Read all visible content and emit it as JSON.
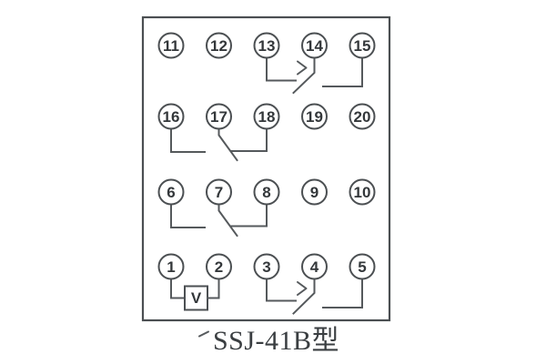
{
  "caption": {
    "text": "SSJ-41B型"
  },
  "colors": {
    "background": "#ffffff",
    "line": "#55595c",
    "outline": "#4b4f52",
    "number_text": "#33373a",
    "caption_text": "#3a3e41"
  },
  "terminal_rows": [
    {
      "labels": [
        "11",
        "12",
        "13",
        "14",
        "15"
      ]
    },
    {
      "labels": [
        "16",
        "17",
        "18",
        "19",
        "20"
      ]
    },
    {
      "labels": [
        "6",
        "7",
        "8",
        "9",
        "10"
      ]
    },
    {
      "labels": [
        "1",
        "2",
        "3",
        "4",
        "5"
      ]
    }
  ],
  "components": {
    "voltage_element_label": "V",
    "contact_groups": [
      {
        "terminals": [
          "13",
          "14",
          "15"
        ],
        "type": "delayed-make-contact"
      },
      {
        "terminals": [
          "16",
          "17",
          "18"
        ],
        "type": "make-contact"
      },
      {
        "terminals": [
          "6",
          "7",
          "8"
        ],
        "type": "make-contact"
      },
      {
        "terminals": [
          "1",
          "2"
        ],
        "type": "voltage-element",
        "label": "V"
      },
      {
        "terminals": [
          "3",
          "4",
          "5"
        ],
        "type": "delayed-make-contact"
      }
    ]
  }
}
